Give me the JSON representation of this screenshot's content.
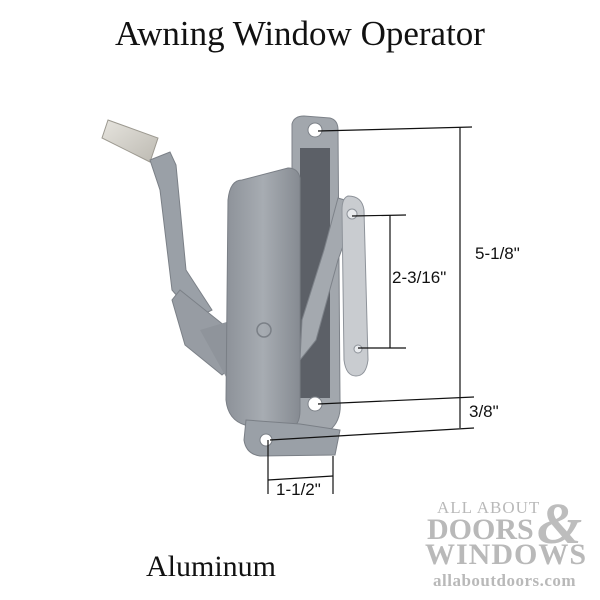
{
  "title": "Awning Window Operator",
  "caption": "Aluminum",
  "product": {
    "name": "Awning Window Operator",
    "material": "Aluminum",
    "image_icon": "window-operator-illustration"
  },
  "dimensions": {
    "overall_height": "5-1/8\"",
    "arm_hole_spacing": "2-3/16\"",
    "bottom_offset": "3/8\"",
    "base_width": "1-1/2\""
  },
  "logo": {
    "line1": "ALL ABOUT",
    "line2": "DOORS",
    "ampersand": "&",
    "line3": "WINDOWS",
    "url": "allaboutdoors.com",
    "color": "#b9b9b9"
  },
  "colors": {
    "metal": "#9a9fa6",
    "metal_dark": "#6f747b",
    "handle_knob": "#d8d6d0",
    "dimension_line": "#111111"
  }
}
